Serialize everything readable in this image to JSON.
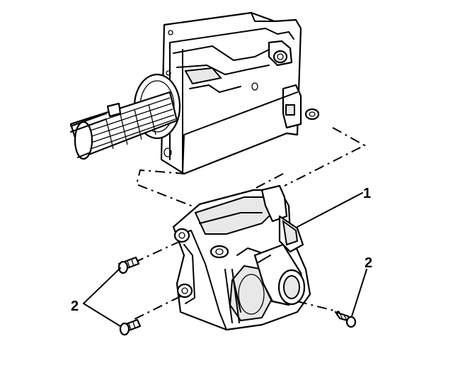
{
  "callouts": [
    {
      "id": "1",
      "label": "1"
    },
    {
      "id": "2a",
      "label": "2"
    },
    {
      "id": "2b",
      "label": "2"
    }
  ]
}
